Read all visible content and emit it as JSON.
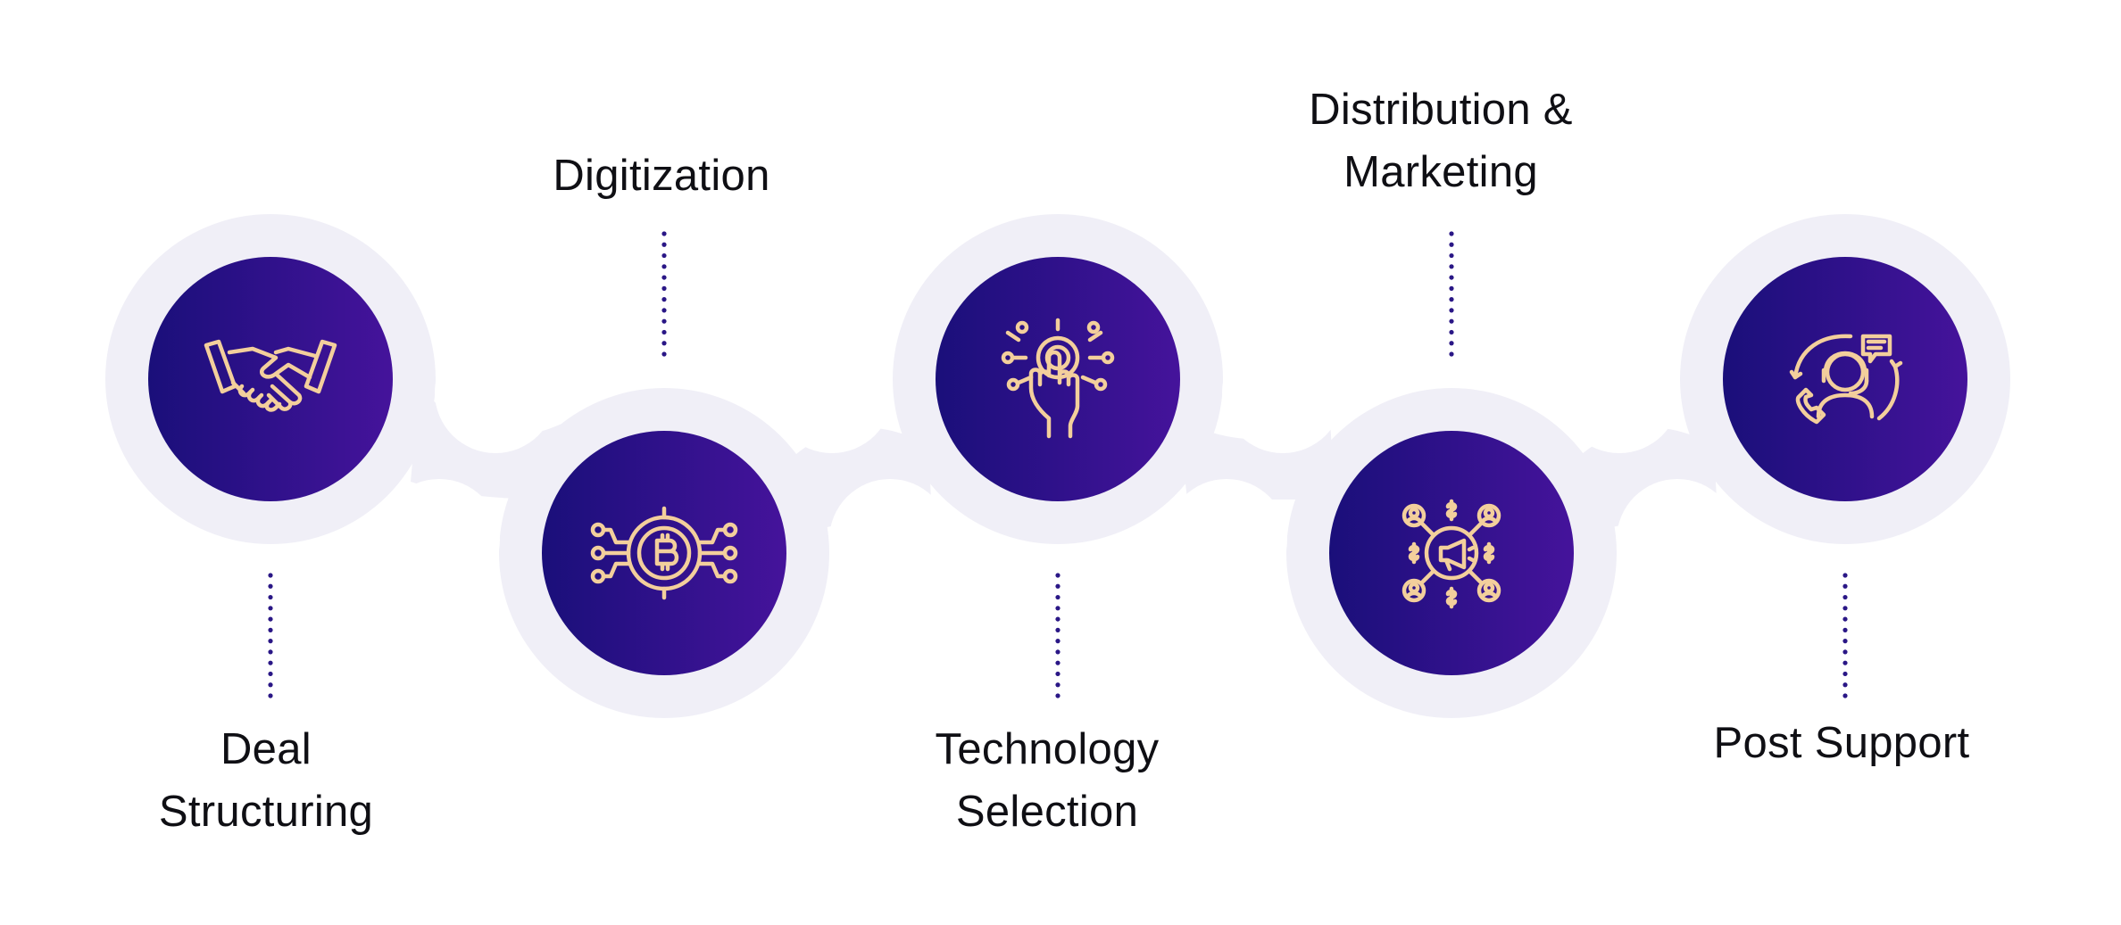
{
  "colors": {
    "track": "#f0eff7",
    "circle_start": "#1a0f7a",
    "circle_end": "#45139b",
    "icon_stroke": "#f3cf9c",
    "dots": "#2a1786",
    "text": "#0f0f14"
  },
  "steps": [
    {
      "lines": [
        "Deal",
        "Structuring"
      ],
      "icon": "handshake-icon"
    },
    {
      "lines": [
        "Digitization"
      ],
      "icon": "bitcoin-network-icon"
    },
    {
      "lines": [
        "Technology",
        "Selection"
      ],
      "icon": "touch-tech-icon"
    },
    {
      "lines": [
        "Distribution &",
        "Marketing"
      ],
      "icon": "megaphone-network-icon"
    },
    {
      "lines": [
        "Post Support"
      ],
      "icon": "customer-support-icon"
    }
  ]
}
